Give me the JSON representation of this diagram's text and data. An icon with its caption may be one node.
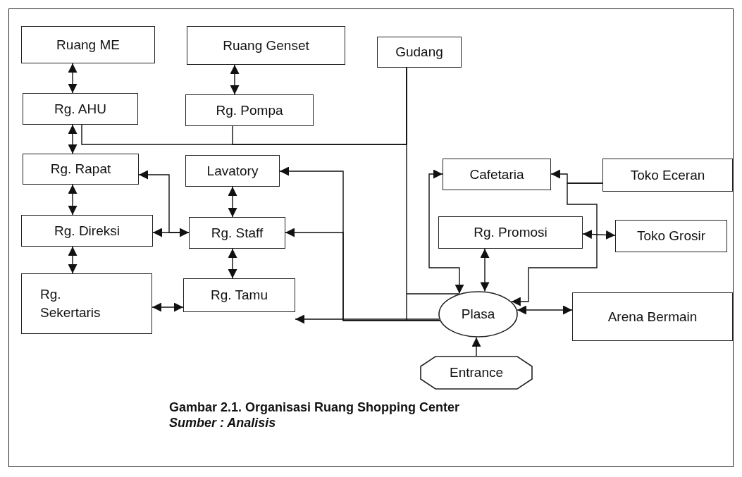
{
  "diagram": {
    "caption": "Gambar 2.1. Organisasi Ruang Shopping Center",
    "nodes": [
      {
        "text": [
          "Ruang ME"
        ]
      },
      {
        "text": [
          "Ruang Genset"
        ]
      },
      {
        "text": [
          "Gudang"
        ]
      },
      {
        "text": [
          "Rg. AHU"
        ]
      },
      {
        "text": [
          "Rg. Pompa"
        ]
      },
      {
        "text": [
          "Rg. Rapat"
        ]
      },
      {
        "text": [
          "Lavatory"
        ]
      },
      {
        "text": [
          "Cafetaria"
        ]
      },
      {
        "text": [
          "Toko Eceran"
        ]
      },
      {
        "text": [
          "Rg. Direksi"
        ]
      },
      {
        "text": [
          "Rg. Staff"
        ]
      },
      {
        "text": [
          "Rg. Promosi"
        ]
      },
      {
        "text": [
          "Toko Grosir"
        ]
      },
      {
        "text": [
          "Rg. Sekertaris"
        ]
      },
      {
        "text": [
          "Rg. Tamu"
        ]
      },
      {
        "text": [
          "Plasa"
        ]
      },
      {
        "text": [
          "Arena Bermain"
        ]
      },
      {
        "text": [
          "Entrance"
        ]
      }
    ],
    "edges": [
      {
        "from": 0,
        "to": 3,
        "arrow": "both"
      },
      {
        "from": 1,
        "to": 4,
        "arrow": "both"
      },
      {
        "from": 3,
        "to": 5,
        "arrow": "both"
      },
      {
        "from": 4,
        "to": 2,
        "arrow": "none"
      },
      {
        "from": 2,
        "to": 3,
        "arrow": "none"
      },
      {
        "from": 2,
        "to": 15,
        "arrow": "none"
      },
      {
        "from": 15,
        "to": 6,
        "arrow": "to"
      },
      {
        "from": 15,
        "to": 10,
        "arrow": "to"
      },
      {
        "from": 15,
        "to": 14,
        "arrow": "to"
      },
      {
        "from": 5,
        "to": 9,
        "arrow": "both"
      },
      {
        "from": 9,
        "to": 13,
        "arrow": "both"
      },
      {
        "from": 10,
        "to": 5,
        "arrow": "to"
      },
      {
        "from": 9,
        "to": 10,
        "arrow": "both"
      },
      {
        "from": 6,
        "to": 10,
        "arrow": "both"
      },
      {
        "from": 10,
        "to": 14,
        "arrow": "both"
      },
      {
        "from": 13,
        "to": 14,
        "arrow": "both"
      },
      {
        "from": 7,
        "to": 15,
        "arrow": "both"
      },
      {
        "from": 11,
        "to": 15,
        "arrow": "both"
      },
      {
        "from": 8,
        "to": 7,
        "arrow": "to"
      },
      {
        "from": 8,
        "to": 15,
        "arrow": "to"
      },
      {
        "from": 11,
        "to": 12,
        "arrow": "both"
      },
      {
        "from": 15,
        "to": 16,
        "arrow": "both"
      },
      {
        "from": 17,
        "to": 15,
        "arrow": "to"
      }
    ],
    "labels": [
      "Sumber : Analisis"
    ]
  }
}
